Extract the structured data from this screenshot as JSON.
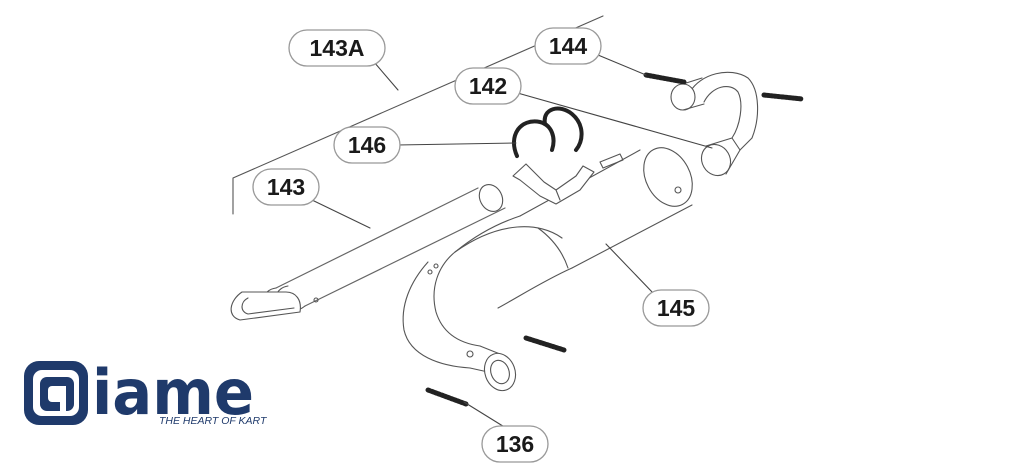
{
  "diagram": {
    "callouts": [
      {
        "id": "143A",
        "label": "143A"
      },
      {
        "id": "144",
        "label": "144"
      },
      {
        "id": "142",
        "label": "142"
      },
      {
        "id": "146",
        "label": "146"
      },
      {
        "id": "143",
        "label": "143"
      },
      {
        "id": "145",
        "label": "145"
      },
      {
        "id": "136",
        "label": "136"
      }
    ]
  },
  "logo": {
    "wordmark": "iame",
    "tagline": "THE HEART OF KART",
    "color": "#1f3a6b"
  }
}
